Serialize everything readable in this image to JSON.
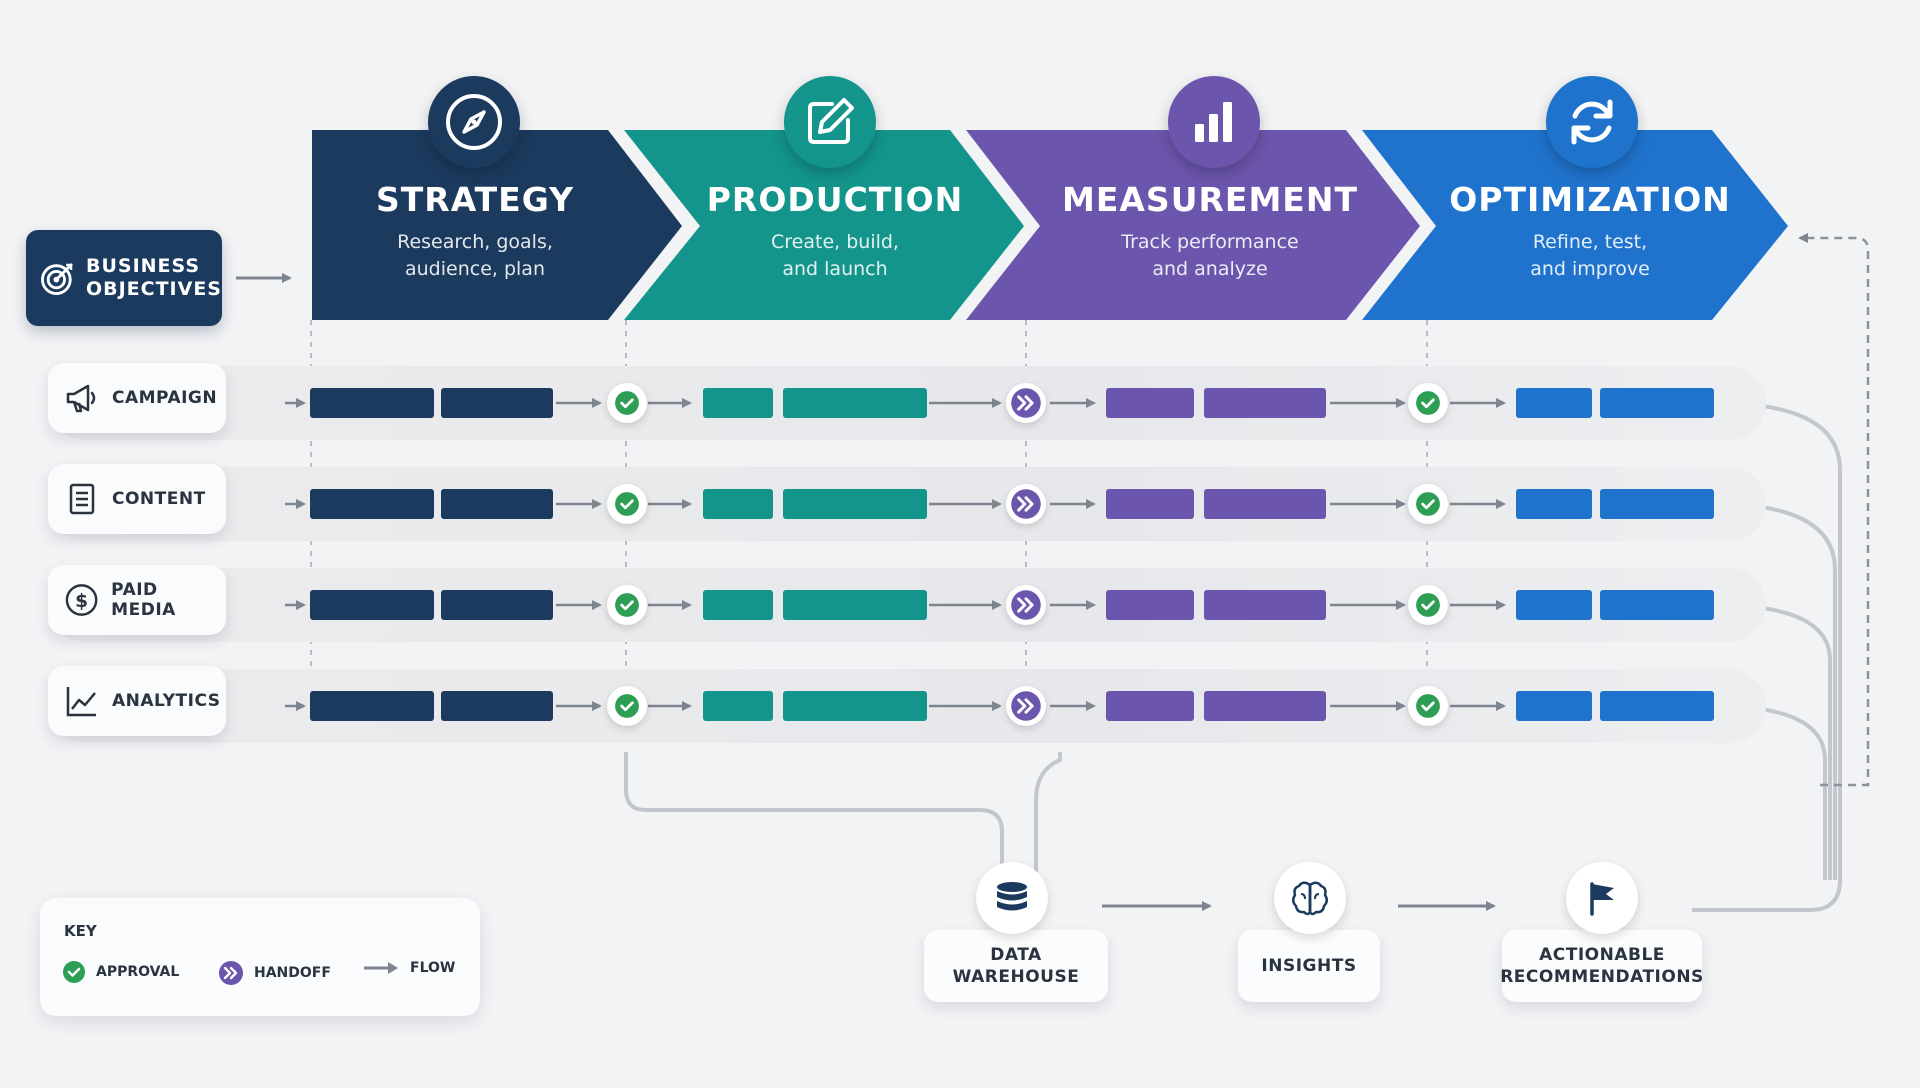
{
  "business": {
    "label_line1": "BUSINESS",
    "label_line2": "OBJECTIVES"
  },
  "stages": [
    {
      "title": "STRATEGY",
      "desc_line1": "Research, goals,",
      "desc_line2": "audience, plan",
      "icon": "compass-icon",
      "color": "#1c3a5e"
    },
    {
      "title": "PRODUCTION",
      "desc_line1": "Create, build,",
      "desc_line2": "and launch",
      "icon": "edit-icon",
      "color": "#13958c"
    },
    {
      "title": "MEASUREMENT",
      "desc_line1": "Track performance",
      "desc_line2": "and analyze",
      "icon": "bar-chart-icon",
      "color": "#6c56ad"
    },
    {
      "title": "OPTIMIZATION",
      "desc_line1": "Refine, test,",
      "desc_line2": "and improve",
      "icon": "refresh-icon",
      "color": "#1f73cc"
    }
  ],
  "rows": [
    {
      "label": "CAMPAIGN",
      "icon": "megaphone-icon"
    },
    {
      "label": "CONTENT",
      "icon": "document-icon"
    },
    {
      "label": "PAID MEDIA",
      "icon": "dollar-icon"
    },
    {
      "label": "ANALYTICS",
      "icon": "trend-icon"
    }
  ],
  "bottom": {
    "warehouse": "DATA WAREHOUSE",
    "insights": "INSIGHTS",
    "recommendations_line1": "ACTIONABLE",
    "recommendations_line2": "RECOMMENDATIONS"
  },
  "key": {
    "title": "KEY",
    "approval": "APPROVAL",
    "handoff": "HANDOFF",
    "flow": "FLOW"
  },
  "colors": {
    "approval": "#2e9e55",
    "handoff": "#6c56ad",
    "flow": "#7d8590"
  }
}
